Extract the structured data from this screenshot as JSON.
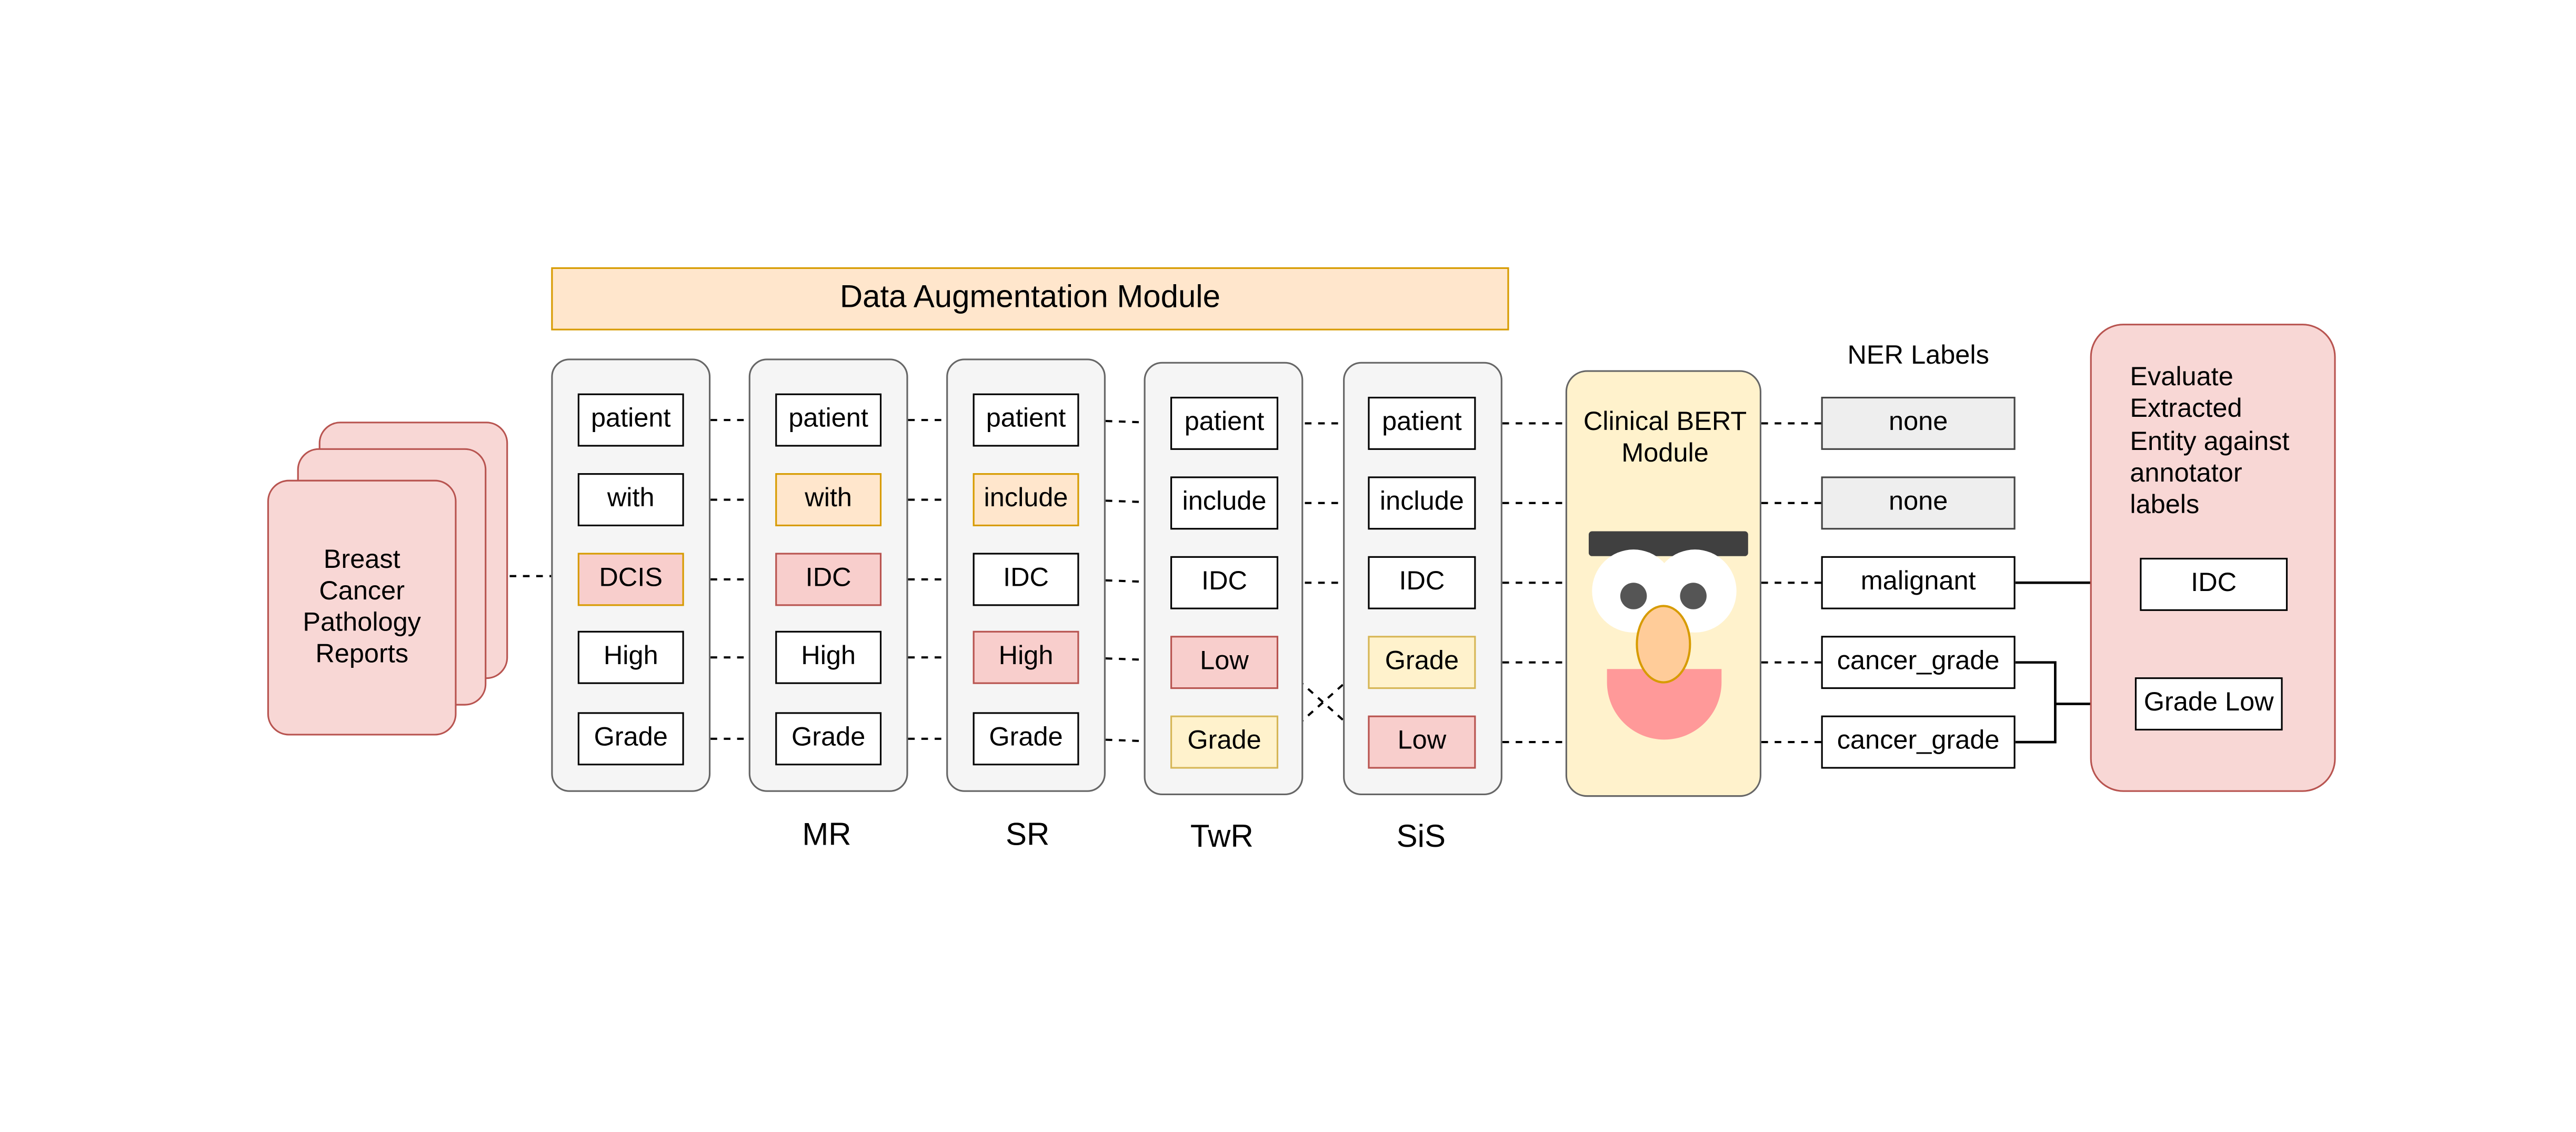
{
  "banner": "Data Augmentation Module",
  "source": {
    "label": "Breast Cancer Pathology Reports"
  },
  "columns": [
    {
      "caption": "",
      "tokens": [
        {
          "text": "patient",
          "style": "plain"
        },
        {
          "text": "with",
          "style": "plain"
        },
        {
          "text": "DCIS",
          "style": "orange-red"
        },
        {
          "text": "High",
          "style": "plain"
        },
        {
          "text": "Grade",
          "style": "plain"
        }
      ]
    },
    {
      "caption": "MR",
      "tokens": [
        {
          "text": "patient",
          "style": "plain"
        },
        {
          "text": "with",
          "style": "orange"
        },
        {
          "text": "IDC",
          "style": "red"
        },
        {
          "text": "High",
          "style": "plain"
        },
        {
          "text": "Grade",
          "style": "plain"
        }
      ]
    },
    {
      "caption": "SR",
      "tokens": [
        {
          "text": "patient",
          "style": "plain"
        },
        {
          "text": "include",
          "style": "orange"
        },
        {
          "text": "IDC",
          "style": "plain"
        },
        {
          "text": "High",
          "style": "red"
        },
        {
          "text": "Grade",
          "style": "plain"
        }
      ]
    },
    {
      "caption": "TwR",
      "tokens": [
        {
          "text": "patient",
          "style": "plain"
        },
        {
          "text": "include",
          "style": "plain"
        },
        {
          "text": "IDC",
          "style": "plain"
        },
        {
          "text": "Low",
          "style": "red"
        },
        {
          "text": "Grade",
          "style": "yellow"
        }
      ]
    },
    {
      "caption": "SiS",
      "tokens": [
        {
          "text": "patient",
          "style": "plain"
        },
        {
          "text": "include",
          "style": "plain"
        },
        {
          "text": "IDC",
          "style": "plain"
        },
        {
          "text": "Grade",
          "style": "yellow"
        },
        {
          "text": "Low",
          "style": "red"
        }
      ]
    }
  ],
  "bert": {
    "label": "Clinical BERT Module"
  },
  "ner": {
    "heading": "NER Labels",
    "labels": [
      "none",
      "none",
      "malignant",
      "cancer_grade",
      "cancer_grade"
    ]
  },
  "evaluate": {
    "label": "Evaluate Extracted Entity against annotator labels",
    "outputs": [
      "IDC",
      "Grade Low"
    ]
  },
  "colors": {
    "orange_fill": "#ffe6cc",
    "orange_stroke": "#d79b00",
    "red_fill": "#f8cecc",
    "red_stroke": "#b85450",
    "yellow_fill": "#fff2cc",
    "yellow_stroke": "#d6b656",
    "gray_fill": "#eeeeee",
    "column_fill": "#f5f5f5"
  }
}
